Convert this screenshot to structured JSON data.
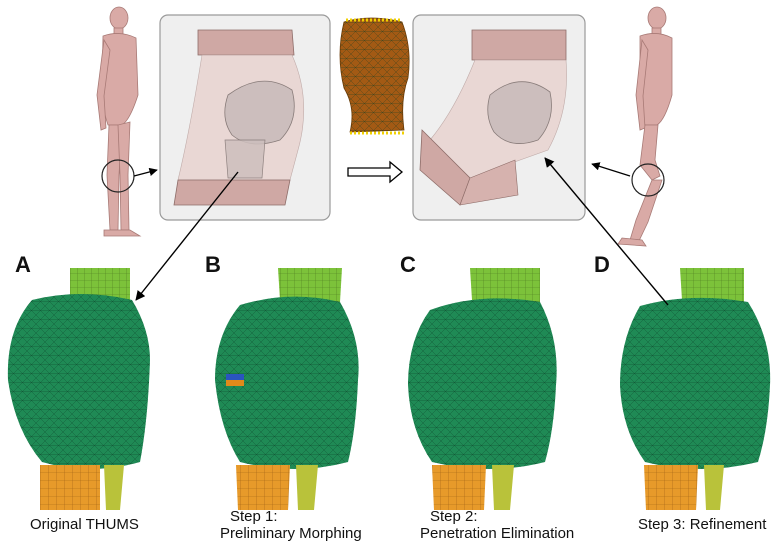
{
  "panels": [
    {
      "letter": "A",
      "caption_lines": [
        "Original THUMS"
      ]
    },
    {
      "letter": "B",
      "caption_lines": [
        "Step 1:",
        "Preliminary Morphing"
      ]
    },
    {
      "letter": "C",
      "caption_lines": [
        "Step 2:",
        "Penetration Elimination"
      ]
    },
    {
      "letter": "D",
      "caption_lines": [
        "Step 3: Refinement"
      ]
    }
  ],
  "colors": {
    "body_skin": "#d9aaa6",
    "knee_box_bg": "#ececec",
    "mesh_green": "#1f8a55",
    "mesh_green_light": "#2ca56a",
    "thigh_green": "#7cc23a",
    "tibia_orange": "#e79a2a",
    "bone_brown": "#a35a14",
    "mesh_line": "#0d3b24"
  }
}
